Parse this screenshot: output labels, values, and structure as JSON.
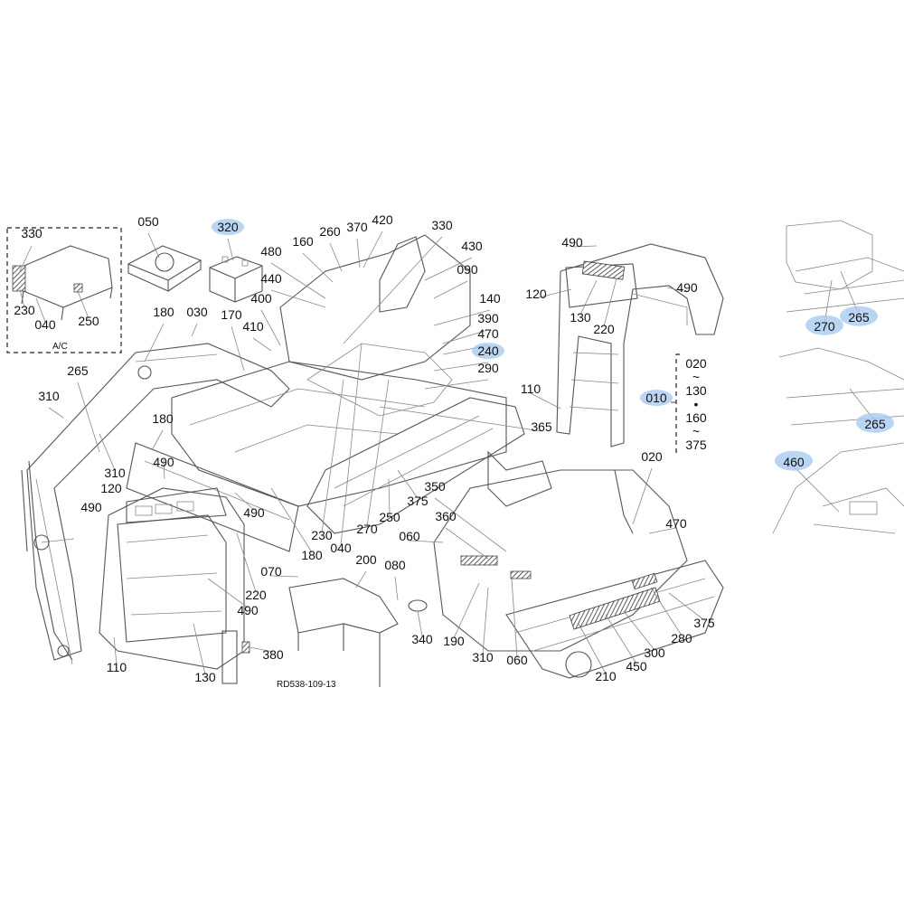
{
  "drawing_code": "RD538-109-13",
  "inset_label": "A/C",
  "range_note": [
    "020",
    "~",
    "130",
    "•",
    "160",
    "~",
    "375"
  ],
  "callouts": [
    {
      "id": "c330a",
      "text": "330",
      "hl": false
    },
    {
      "id": "c230a",
      "text": "230",
      "hl": false
    },
    {
      "id": "c040a",
      "text": "040",
      "hl": false
    },
    {
      "id": "c250a",
      "text": "250",
      "hl": false
    },
    {
      "id": "c050",
      "text": "050",
      "hl": false
    },
    {
      "id": "c320",
      "text": "320",
      "hl": true
    },
    {
      "id": "c160a",
      "text": "160",
      "hl": false
    },
    {
      "id": "c260",
      "text": "260",
      "hl": false
    },
    {
      "id": "c370",
      "text": "370",
      "hl": false
    },
    {
      "id": "c420",
      "text": "420",
      "hl": false
    },
    {
      "id": "c330b",
      "text": "330",
      "hl": false
    },
    {
      "id": "c430",
      "text": "430",
      "hl": false
    },
    {
      "id": "c090",
      "text": "090",
      "hl": false
    },
    {
      "id": "c480",
      "text": "480",
      "hl": false
    },
    {
      "id": "c440",
      "text": "440",
      "hl": false
    },
    {
      "id": "c400",
      "text": "400",
      "hl": false
    },
    {
      "id": "c140",
      "text": "140",
      "hl": false
    },
    {
      "id": "c390",
      "text": "390",
      "hl": false
    },
    {
      "id": "c470a",
      "text": "470",
      "hl": false
    },
    {
      "id": "c240",
      "text": "240",
      "hl": true
    },
    {
      "id": "c290",
      "text": "290",
      "hl": false
    },
    {
      "id": "c180a",
      "text": "180",
      "hl": false
    },
    {
      "id": "c030",
      "text": "030",
      "hl": false
    },
    {
      "id": "c170",
      "text": "170",
      "hl": false
    },
    {
      "id": "c410",
      "text": "410",
      "hl": false
    },
    {
      "id": "c265a",
      "text": "265",
      "hl": false
    },
    {
      "id": "c310a",
      "text": "310",
      "hl": false
    },
    {
      "id": "c180b",
      "text": "180",
      "hl": false
    },
    {
      "id": "c310b",
      "text": "310",
      "hl": false
    },
    {
      "id": "c120a",
      "text": "120",
      "hl": false
    },
    {
      "id": "c490a",
      "text": "490",
      "hl": false
    },
    {
      "id": "c490b",
      "text": "490",
      "hl": false
    },
    {
      "id": "c490c",
      "text": "490",
      "hl": false
    },
    {
      "id": "c180c",
      "text": "180",
      "hl": false
    },
    {
      "id": "c220a",
      "text": "220",
      "hl": false
    },
    {
      "id": "c490d",
      "text": "490",
      "hl": false
    },
    {
      "id": "c110a",
      "text": "110",
      "hl": false
    },
    {
      "id": "c130a",
      "text": "130",
      "hl": false
    },
    {
      "id": "c380",
      "text": "380",
      "hl": false
    },
    {
      "id": "c070",
      "text": "070",
      "hl": false
    },
    {
      "id": "c200",
      "text": "200",
      "hl": false
    },
    {
      "id": "c080",
      "text": "080",
      "hl": false
    },
    {
      "id": "c230b",
      "text": "230",
      "hl": false
    },
    {
      "id": "c040b",
      "text": "040",
      "hl": false
    },
    {
      "id": "c270a",
      "text": "270",
      "hl": false
    },
    {
      "id": "c250b",
      "text": "250",
      "hl": false
    },
    {
      "id": "c375a",
      "text": "375",
      "hl": false
    },
    {
      "id": "c350",
      "text": "350",
      "hl": false
    },
    {
      "id": "c360",
      "text": "360",
      "hl": false
    },
    {
      "id": "c060a",
      "text": "060",
      "hl": false
    },
    {
      "id": "c340",
      "text": "340",
      "hl": false
    },
    {
      "id": "c190",
      "text": "190",
      "hl": false
    },
    {
      "id": "c310c",
      "text": "310",
      "hl": false
    },
    {
      "id": "c060b",
      "text": "060",
      "hl": false
    },
    {
      "id": "c490e",
      "text": "490",
      "hl": false
    },
    {
      "id": "c490f",
      "text": "490",
      "hl": false
    },
    {
      "id": "c120b",
      "text": "120",
      "hl": false
    },
    {
      "id": "c130b",
      "text": "130",
      "hl": false
    },
    {
      "id": "c220b",
      "text": "220",
      "hl": false
    },
    {
      "id": "c110b",
      "text": "110",
      "hl": false
    },
    {
      "id": "c365",
      "text": "365",
      "hl": false
    },
    {
      "id": "c010",
      "text": "010",
      "hl": true
    },
    {
      "id": "c020",
      "text": "020",
      "hl": false
    },
    {
      "id": "c470b",
      "text": "470",
      "hl": false
    },
    {
      "id": "c375b",
      "text": "375",
      "hl": false
    },
    {
      "id": "c280",
      "text": "280",
      "hl": false
    },
    {
      "id": "c300",
      "text": "300",
      "hl": false
    },
    {
      "id": "c450",
      "text": "450",
      "hl": false
    },
    {
      "id": "c210",
      "text": "210",
      "hl": false
    },
    {
      "id": "c270b",
      "text": "270",
      "hl": true
    },
    {
      "id": "c265b",
      "text": "265",
      "hl": true
    },
    {
      "id": "c265c",
      "text": "265",
      "hl": true
    },
    {
      "id": "c460",
      "text": "460",
      "hl": true
    }
  ]
}
